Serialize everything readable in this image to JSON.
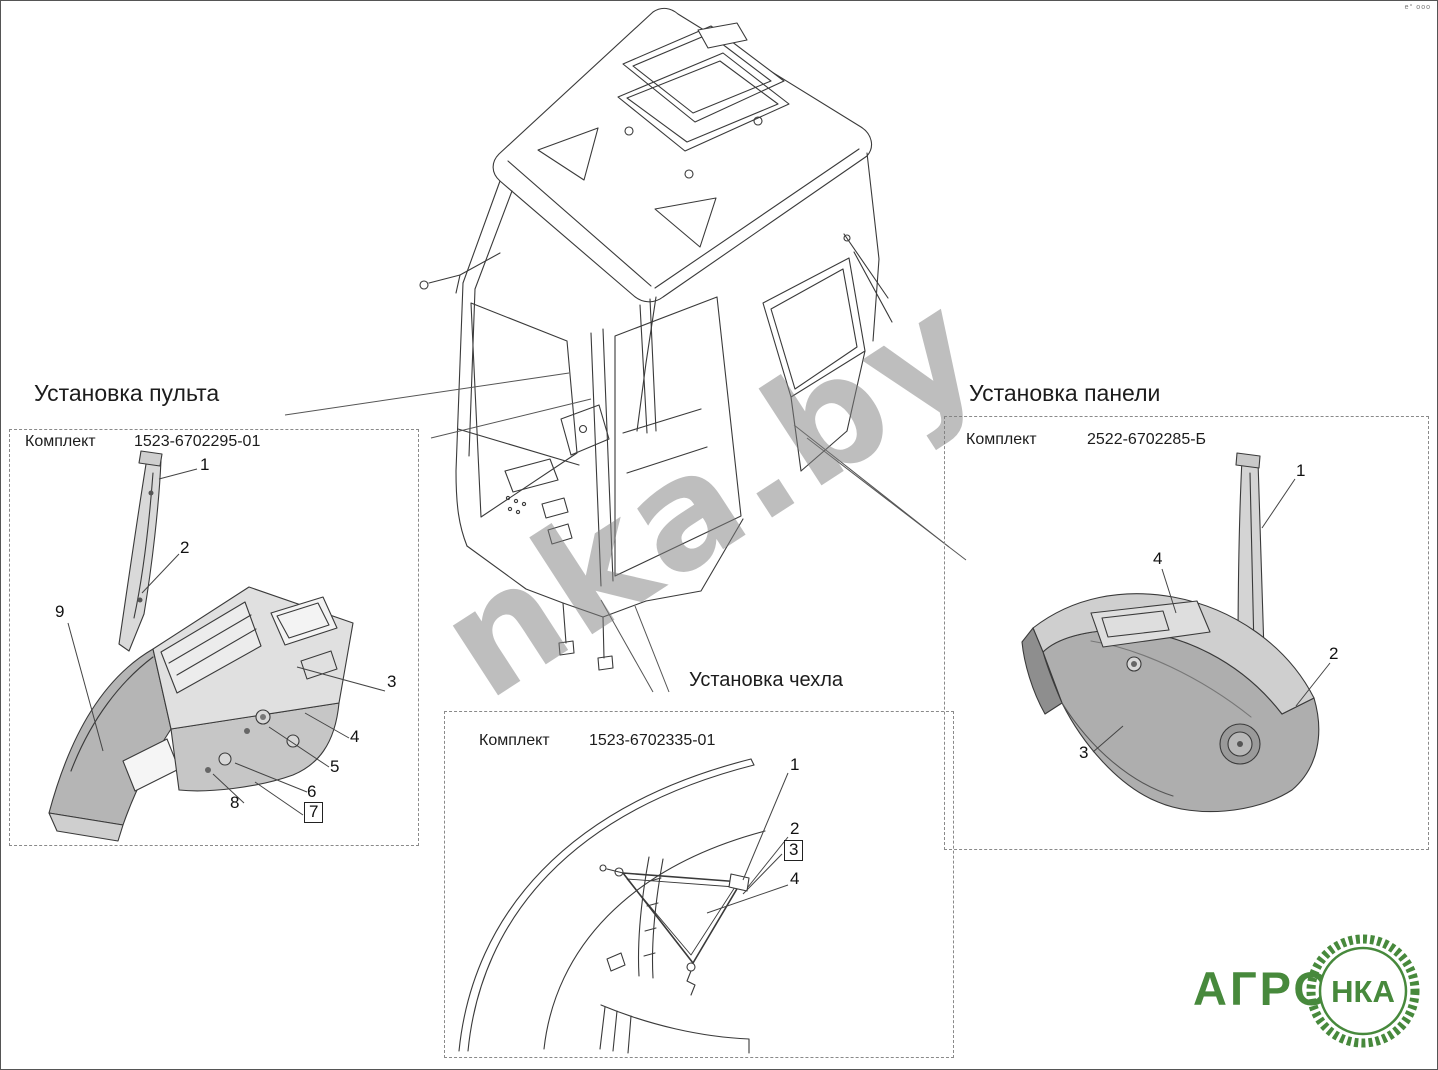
{
  "watermark": "nka.by",
  "corner_mark": "е° ооо",
  "sections": {
    "pult": {
      "title": "Установка пульта",
      "kit_label": "Комплект",
      "kit_number": "1523-6702295-01",
      "callouts": [
        "1",
        "2",
        "3",
        "4",
        "5",
        "6",
        "7",
        "8",
        "9"
      ]
    },
    "panel": {
      "title": "Установка панели",
      "kit_label": "Комплект",
      "kit_number": "2522-6702285-Б",
      "callouts": [
        "1",
        "2",
        "3",
        "4"
      ]
    },
    "cover": {
      "title": "Установка чехла",
      "kit_label": "Комплект",
      "kit_number": "1523-6702335-01",
      "callouts": [
        "1",
        "2",
        "3",
        "4"
      ]
    }
  },
  "logo": {
    "brand": "АГРО",
    "emblem": "НКА",
    "color": "#47893c"
  }
}
